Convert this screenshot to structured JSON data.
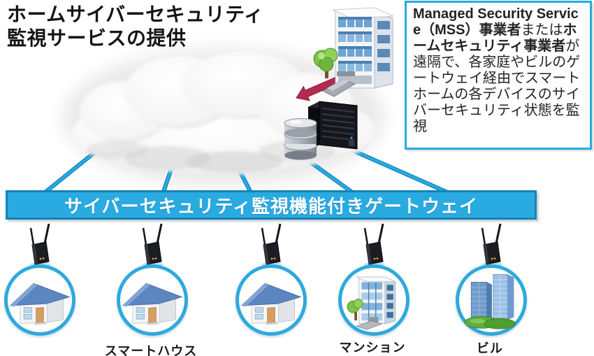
{
  "title": {
    "line1": "ホームサイバーセキュリティ",
    "line2": "監視サービスの提供"
  },
  "info_box": {
    "segments": [
      {
        "text": "Managed Security Service（MSS）事業者",
        "bold": true
      },
      {
        "text": "または",
        "bold": false
      },
      {
        "text": "ホームセキュリティ事業者",
        "bold": true
      },
      {
        "text": "が遠隔で、各家庭やビルのゲートウェイ経由でスマートホームの各デバイスのサイバーセキュリティ状態を監視",
        "bold": false
      }
    ]
  },
  "gateway_banner": {
    "label": "サイバーセキュリティ監視機能付きゲートウェイ"
  },
  "cloud": {
    "icon": "cloud-icon"
  },
  "mss_side": {
    "building_icon": "office-building-icon",
    "tree_icon": "tree-icon",
    "server_icon": "server-rack-icon",
    "database_icon": "database-icon",
    "arrow_icon": "red-arrow-icon"
  },
  "sites": [
    {
      "icon": "smart-house-icon",
      "router_icon": "router-icon",
      "label": ""
    },
    {
      "icon": "smart-house-icon",
      "router_icon": "router-icon",
      "label": "スマートハウス"
    },
    {
      "icon": "smart-house-icon",
      "router_icon": "router-icon",
      "label": ""
    },
    {
      "icon": "apartment-building-icon",
      "router_icon": "router-icon",
      "label": "マンション"
    },
    {
      "icon": "office-towers-icon",
      "router_icon": "router-icon",
      "label": "ビル"
    }
  ],
  "colors": {
    "accent": "#29abe2",
    "accent_dark": "#1583b8",
    "ring": "#2ea9dd",
    "arrow_red": "#b22a4c",
    "roof_blue": "#5b86c2"
  }
}
